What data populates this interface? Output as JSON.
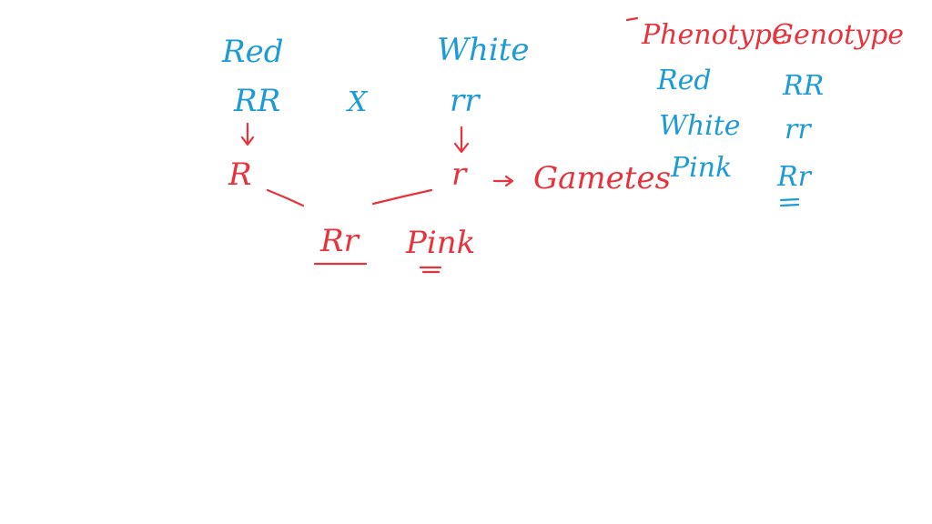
{
  "colors": {
    "background": "#ffffff",
    "blue_ink": "#1d9bd6",
    "red_ink": "#e8323c"
  },
  "cross": {
    "parent1_phenotype": "Red",
    "parent1_genotype": "RR",
    "cross_symbol": "X",
    "parent2_phenotype": "White",
    "parent2_genotype": "rr",
    "gamete1": "R",
    "gamete2": "r",
    "gametes_label": "Gametes",
    "offspring_genotype": "Rr",
    "offspring_phenotype": "Pink"
  },
  "table": {
    "header_phenotype": "Phenotype",
    "header_genotype": "Genotype",
    "rows": [
      {
        "phenotype": "Red",
        "genotype": "RR"
      },
      {
        "phenotype": "White",
        "genotype": "rr"
      },
      {
        "phenotype": "Pink",
        "genotype": "Rr"
      }
    ]
  }
}
